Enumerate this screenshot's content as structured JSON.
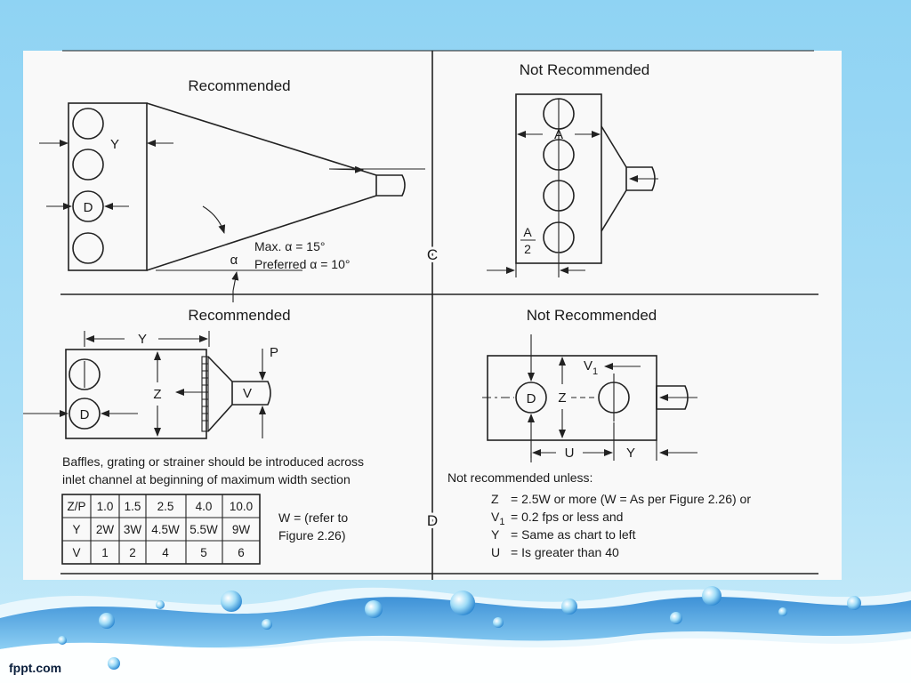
{
  "panels": {
    "top_left_title": "Recommended",
    "top_right_title": "Not Recommended",
    "bottom_left_title": "Recommended",
    "bottom_right_title": "Not Recommended"
  },
  "labels": {
    "Y": "Y",
    "D": "D",
    "A": "A",
    "A_num": "A",
    "A_den": "2",
    "alpha": "α",
    "max_alpha": "Max. α = 15°",
    "pref_alpha": "Preferred α = 10°",
    "C": "C",
    "D_section": "D",
    "bl_Y": "Y",
    "Z": "Z",
    "V": "V",
    "P": "P",
    "bl_D": "D",
    "br_D": "D",
    "br_Z": "Z",
    "V1_base": "V",
    "V1_sub": "1",
    "U": "U",
    "br_Y": "Y"
  },
  "baffle_note_line1": "Baffles, grating or strainer should be introduced across",
  "baffle_note_line2": "inlet channel at beginning of maximum width section",
  "table": {
    "rows": [
      [
        "Z/P",
        "1.0",
        "1.5",
        "2.5",
        "4.0",
        "10.0"
      ],
      [
        "Y",
        "2W",
        "3W",
        "4.5W",
        "5.5W",
        "9W"
      ],
      [
        "V",
        "1",
        "2",
        "4",
        "5",
        "6"
      ]
    ]
  },
  "w_note_line1": "W = (refer to",
  "w_note_line2": "Figure 2.26)",
  "conditions": {
    "heading": "Not recommended unless:",
    "items": [
      {
        "var": "Z",
        "sub": "",
        "text": "=  2.5W or more (W = As per Figure 2.26) or"
      },
      {
        "var": "V",
        "sub": "1",
        "text": "=  0.2 fps or less and"
      },
      {
        "var": "Y",
        "sub": "",
        "text": "=  Same as chart to left"
      },
      {
        "var": "U",
        "sub": "",
        "text": "=  Is greater than 40"
      }
    ]
  },
  "footer": {
    "brand": "fppt.com"
  },
  "colors": {
    "sky": "#8fd3f3",
    "panel": "#f9f9f9",
    "water": "#2f8fd8",
    "line": "#222222"
  }
}
